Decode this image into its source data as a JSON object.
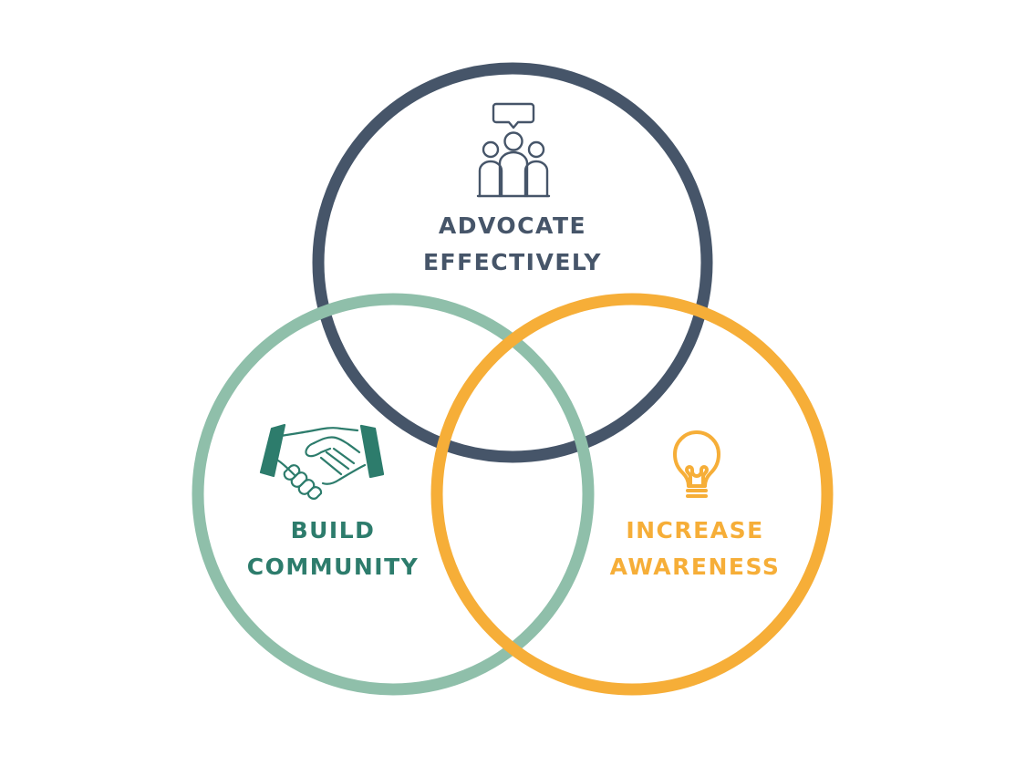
{
  "colors": {
    "advocate": "#465569",
    "community": "#8fbfaa",
    "community_text": "#2d7c6c",
    "community_icon": "#2d7c6c",
    "awareness": "#f6ae38"
  },
  "circles": [
    {
      "id": "advocate",
      "icon": "people-speech-icon",
      "lines": [
        "ADVOCATE",
        "EFFECTIVELY"
      ]
    },
    {
      "id": "community",
      "icon": "handshake-icon",
      "lines": [
        "BUILD",
        "COMMUNITY"
      ]
    },
    {
      "id": "awareness",
      "icon": "lightbulb-icon",
      "lines": [
        "INCREASE",
        "AWARENESS"
      ]
    }
  ]
}
